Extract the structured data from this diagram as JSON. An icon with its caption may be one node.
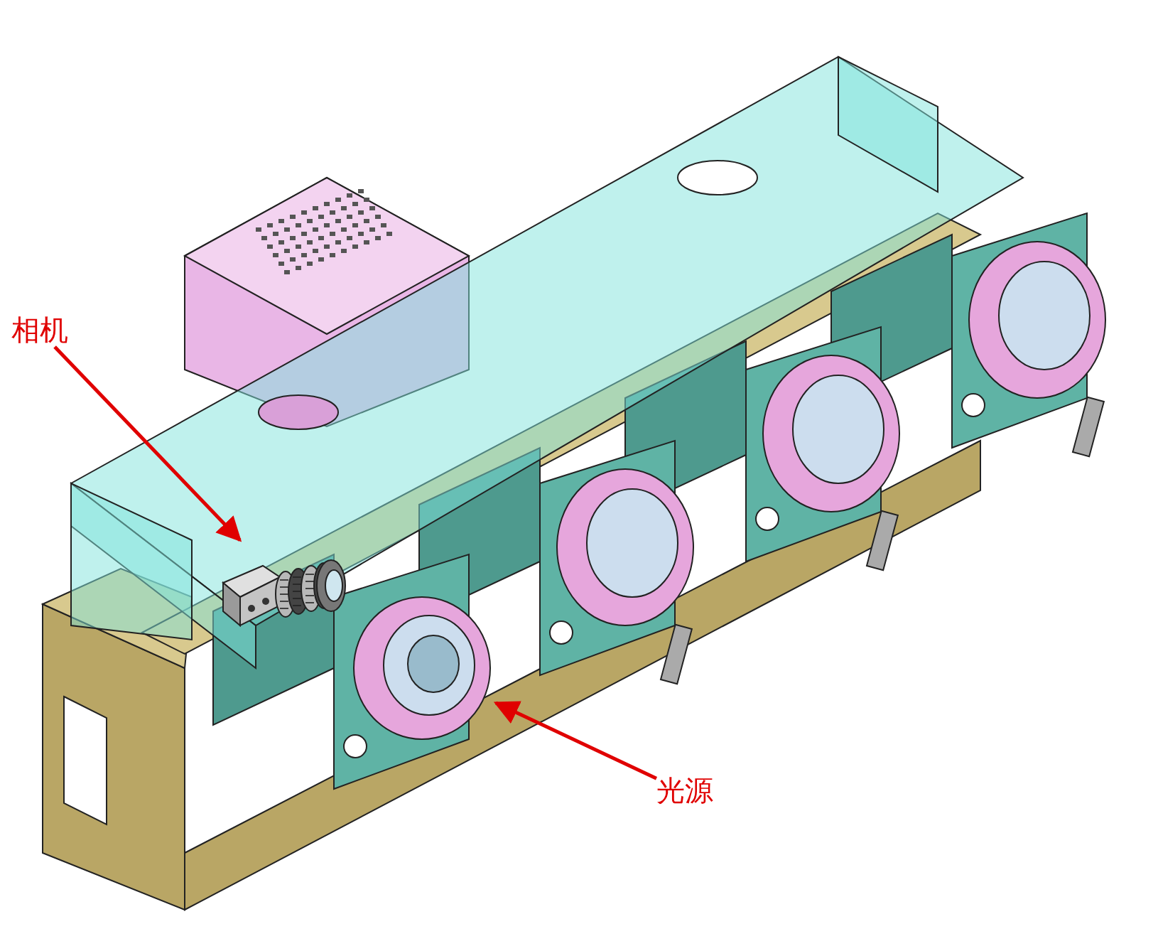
{
  "diagram": {
    "nodes": [
      {
        "text": [
          "相机"
        ]
      },
      {
        "text": [],
        "shape": "picture"
      },
      {
        "text": [
          "光源"
        ]
      },
      {
        "text": [],
        "shape": "picture"
      }
    ],
    "edges": [
      {
        "from": 0,
        "to": 1,
        "arrow": "to"
      },
      {
        "from": 2,
        "to": 3,
        "arrow": "to"
      }
    ]
  }
}
